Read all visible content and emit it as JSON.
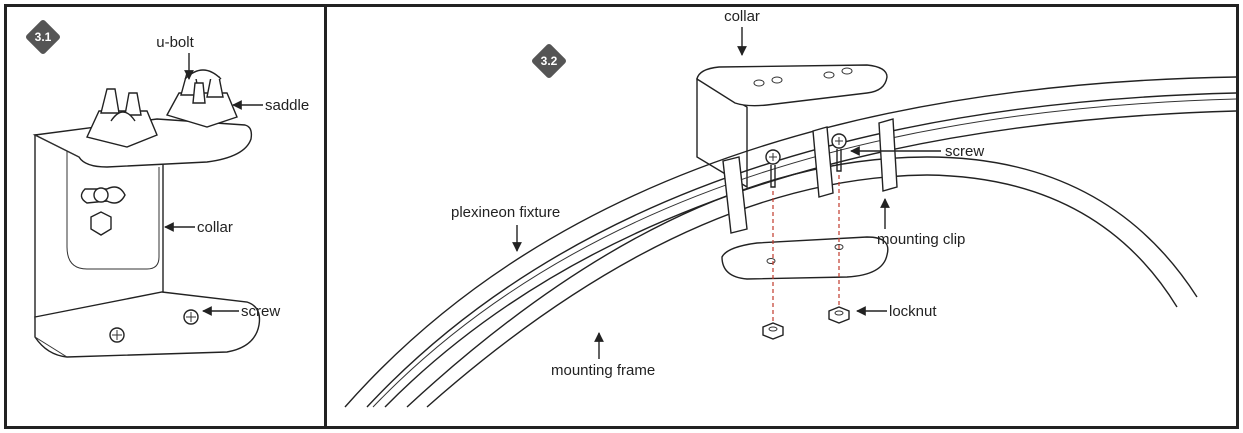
{
  "panel_1": {
    "step": "3.1",
    "labels": {
      "u_bolt": "u-bolt",
      "saddle": "saddle",
      "collar": "collar",
      "screw": "screw"
    }
  },
  "panel_2": {
    "step": "3.2",
    "labels": {
      "collar": "collar",
      "screw": "screw",
      "plexineon_fixture": "plexineon fixture",
      "mounting_clip": "mounting clip",
      "locknut": "locknut",
      "mounting_frame": "mounting frame"
    }
  },
  "colors": {
    "badge": "#555555",
    "line": "#222222",
    "alignment_dash": "#c0392b"
  }
}
